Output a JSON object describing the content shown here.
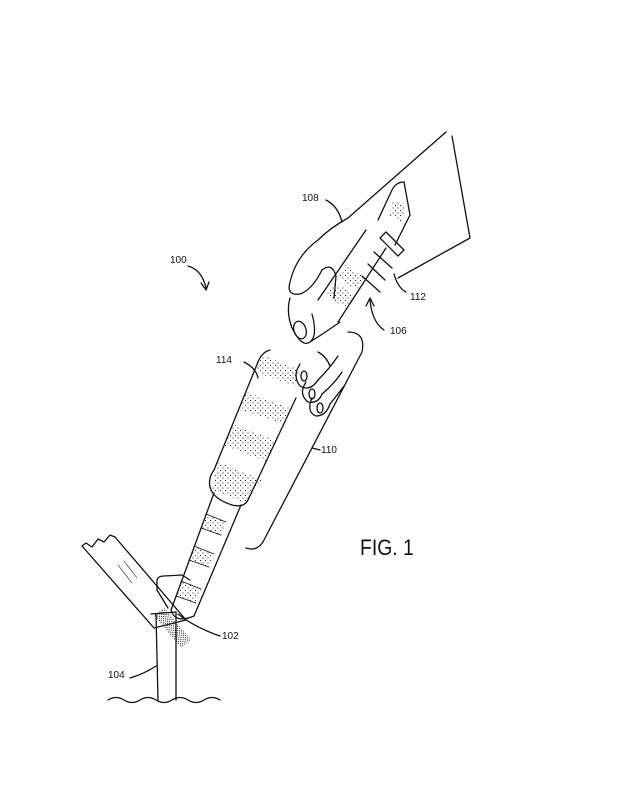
{
  "figure": {
    "title": "FIG. 1",
    "labels": {
      "assembly": "100",
      "bottom_end": "102",
      "ground_post": "104",
      "strap_arrow": "106",
      "arm": "108",
      "bracket": "110",
      "strap": "112",
      "grip": "114"
    }
  }
}
